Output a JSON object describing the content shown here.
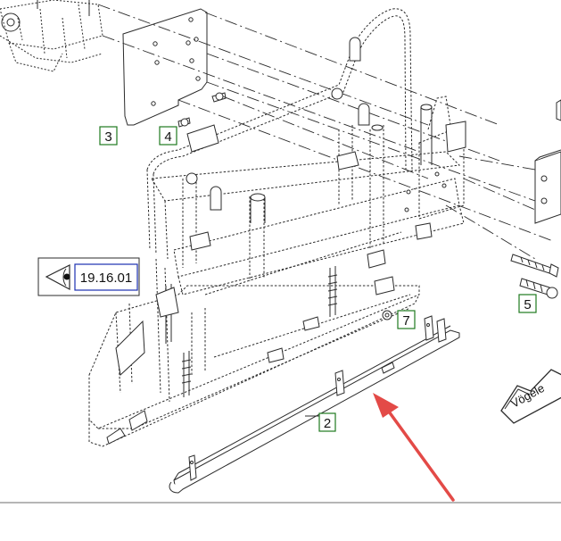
{
  "callouts": [
    {
      "id": "callout-3",
      "label": "3"
    },
    {
      "id": "callout-4",
      "label": "4"
    },
    {
      "id": "callout-7",
      "label": "7"
    },
    {
      "id": "callout-2",
      "label": "2"
    },
    {
      "id": "callout-5",
      "label": "5"
    }
  ],
  "reference": {
    "code": "19.16.01"
  },
  "brand": {
    "name": "Vögele"
  },
  "colors": {
    "line": "#2b2b2b",
    "callout_border": "#1f7a1f",
    "reference_border": "#1c2fb0",
    "arrow": "#e34a47",
    "background": "#ffffff"
  },
  "icons": {
    "reference": "eye-icon",
    "pointer": "red-arrow-icon"
  }
}
